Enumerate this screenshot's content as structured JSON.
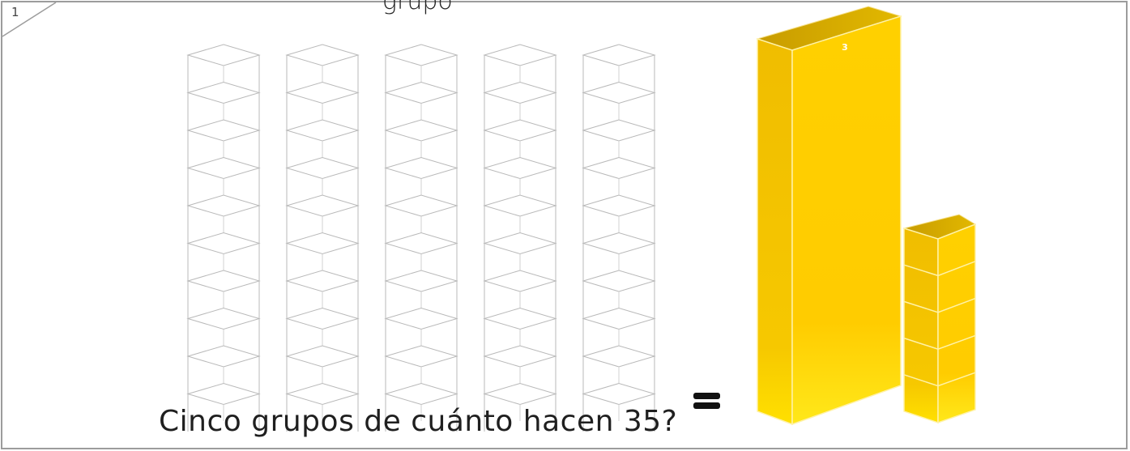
{
  "page": {
    "number": "1",
    "top_fragment": "grupo",
    "question": "Cinco grupos de cuánto hacen 35?"
  },
  "equation": {
    "symbol": "="
  },
  "groups": {
    "count": 5,
    "cubes_per_column": 10
  },
  "result_blocks": {
    "ten_rod_label": "3",
    "ten_rod_units": 10,
    "ones_units": 5,
    "colors": {
      "front_top": "#ffd200",
      "front_bottom": "#ffe000",
      "side": "#f4c200",
      "top_face": "#d6aa00",
      "edge": "#fff2a8"
    }
  }
}
